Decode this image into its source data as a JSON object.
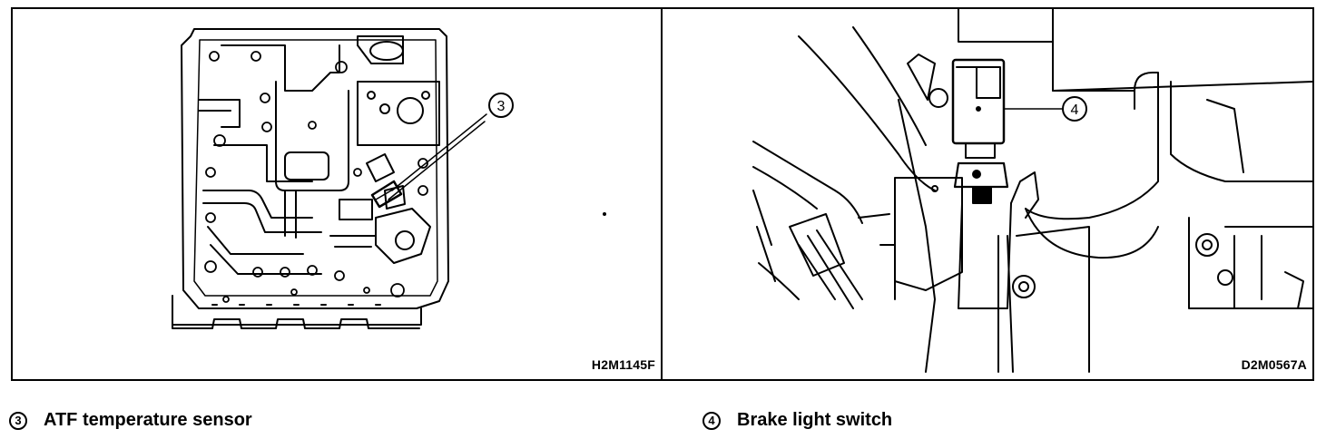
{
  "left_figure": {
    "callout_number": "3",
    "code": "H2M1145F"
  },
  "right_figure": {
    "callout_number": "4",
    "code": "D2M0567A"
  },
  "captions": [
    {
      "number": "3",
      "label": "ATF temperature sensor"
    },
    {
      "number": "4",
      "label": "Brake light switch"
    }
  ]
}
